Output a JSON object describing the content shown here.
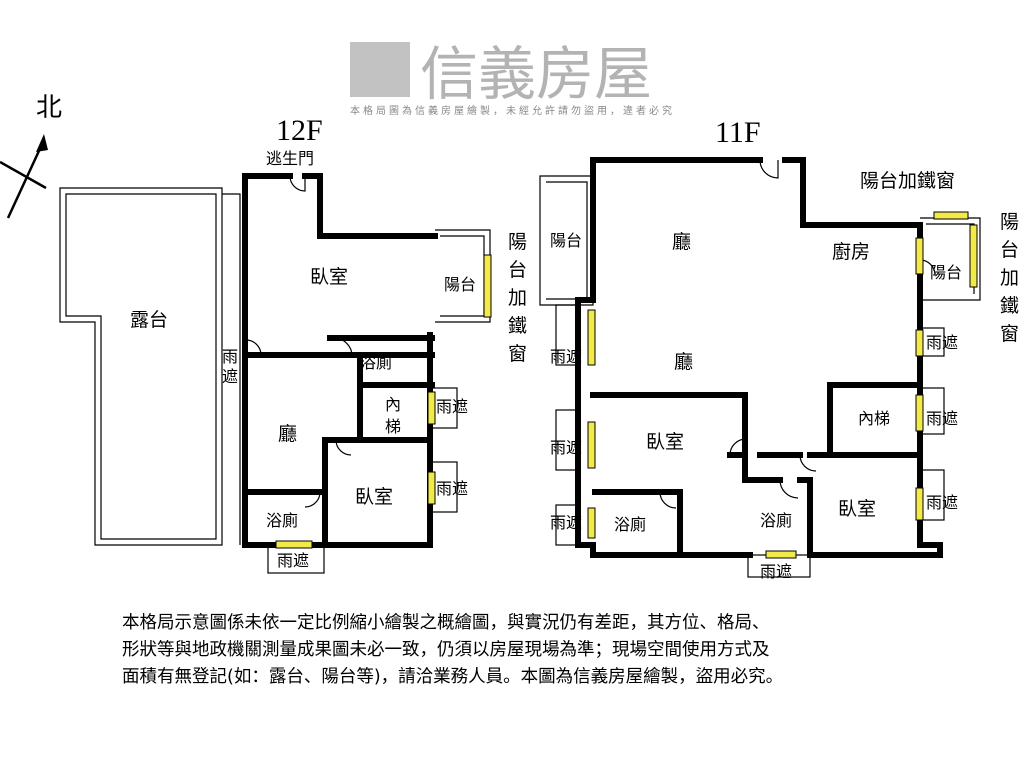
{
  "north_label": "北",
  "floors": {
    "f12": {
      "title": "12F",
      "rooms": {
        "escape_door": "逃生門",
        "terrace": "露台",
        "bedroom1": "臥室",
        "balcony": "陽台",
        "balcony_note": [
          "陽",
          "台",
          "加",
          "鐵",
          "窗"
        ],
        "canopy_left": [
          "雨",
          "遮"
        ],
        "bath1": "浴廁",
        "stair": [
          "內",
          "梯"
        ],
        "canopy1": "雨遮",
        "living": "廳",
        "bedroom2": "臥室",
        "canopy2": "雨遮",
        "bath2": "浴廁",
        "canopy3": "雨遮"
      }
    },
    "f11": {
      "title": "11F",
      "rooms": {
        "balcony_left": "陽台",
        "hall1": "廳",
        "kitchen": "廚房",
        "balcony_note_top": "陽台加鐵窗",
        "balcony_right": "陽台",
        "balcony_note_right": [
          "陽",
          "台",
          "加",
          "鐵",
          "窗"
        ],
        "canopy_r1": "雨遮",
        "canopy_l1": "雨遮",
        "hall2": "廳",
        "stair": "內梯",
        "canopy_r2": "雨遮",
        "canopy_l2": "雨遮",
        "bedroom1": "臥室",
        "canopy_l3": "雨遮",
        "bath1": "浴廁",
        "bath2": "浴廁",
        "bedroom2": "臥室",
        "canopy_r3": "雨遮",
        "canopy_bottom": "雨遮"
      }
    }
  },
  "watermark": {
    "logo_text": "信義房屋",
    "notice": "本格局圖為信義房屋繪製，未經允許請勿盜用，違者必究"
  },
  "disclaimer": [
    "本格局示意圖係未依一定比例縮小繪製之概繪圖，與實況仍有差距，其方位、格局、",
    "形狀等與地政機關測量成果圖未必一致，仍須以房屋現場為準；現場空間使用方式及",
    "面積有無登記(如：露台、陽台等)，請洽業務人員。本圖為信義房屋繪製，盜用必究。"
  ],
  "colors": {
    "wall": "#000000",
    "window": "#f2ea4a",
    "watermark": "#9a9a9a"
  }
}
